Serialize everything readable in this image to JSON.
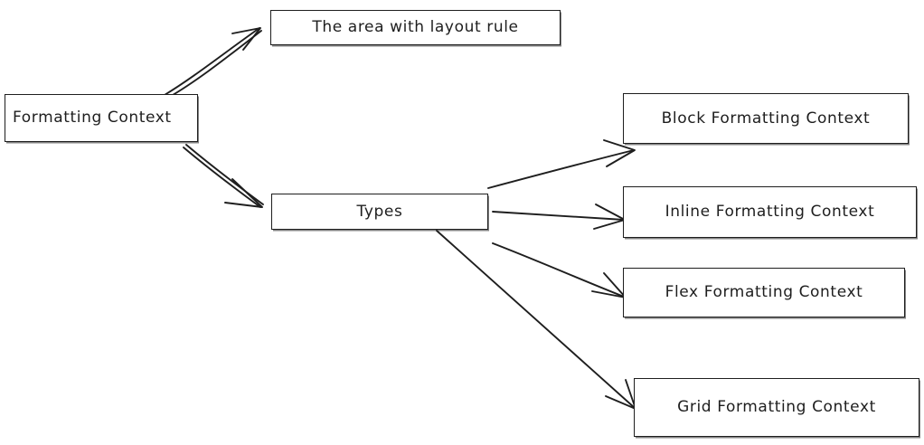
{
  "diagram": {
    "title": "Formatting Context",
    "background_color": "#ffffff",
    "stroke_color": "#1e1e1e",
    "nodes": [
      {
        "id": "formatting-context",
        "label": "Formatting Context"
      },
      {
        "id": "area-rule",
        "label": "The area with layout rule"
      },
      {
        "id": "types",
        "label": "Types"
      },
      {
        "id": "block-fc",
        "label": "Block Formatting Context"
      },
      {
        "id": "inline-fc",
        "label": "Inline Formatting Context"
      },
      {
        "id": "flex-fc",
        "label": "Flex Formatting Context"
      },
      {
        "id": "grid-fc",
        "label": "Grid Formatting Context"
      }
    ],
    "edges": [
      {
        "id": "edge-fc-to-area",
        "from": "formatting-context",
        "to": "area-rule",
        "label": ""
      },
      {
        "id": "edge-fc-to-types",
        "from": "formatting-context",
        "to": "types",
        "label": ""
      },
      {
        "id": "edge-types-to-block",
        "from": "types",
        "to": "block-fc",
        "label": ""
      },
      {
        "id": "edge-types-to-inline",
        "from": "types",
        "to": "inline-fc",
        "label": ""
      },
      {
        "id": "edge-types-to-flex",
        "from": "types",
        "to": "flex-fc",
        "label": ""
      },
      {
        "id": "edge-types-to-grid",
        "from": "types",
        "to": "grid-fc",
        "label": ""
      }
    ]
  }
}
